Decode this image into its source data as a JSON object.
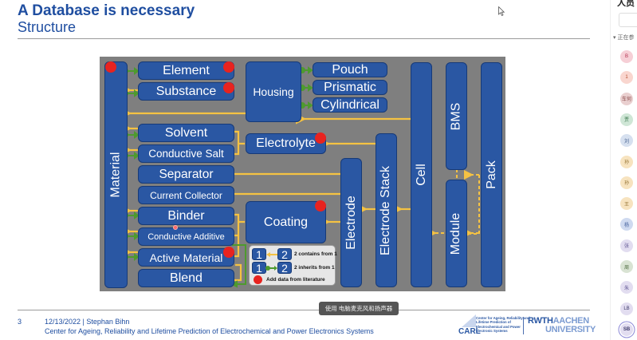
{
  "slide": {
    "title": "A Database is necessary",
    "subtitle": "Structure",
    "page_number": "3",
    "footer_line1": "12/13/2022  |  Stephan Bihn",
    "footer_line2": "Center for Ageing, Reliability and Lifetime Prediction of Electrochemical and Power Electronics Systems",
    "tooltip": "使用 电脑麦克风和扬声器",
    "logo_carl": "CARL",
    "logo_carl_text": "Center for Ageing, Reliability and Lifetime Prediction of Electrochemical and Power Electronic Systems",
    "logo_rwth_a": "RWTH",
    "logo_rwth_b": "AACHEN",
    "logo_rwth_c": "UNIVERSITY"
  },
  "diagram": {
    "nodes": {
      "material": "Material",
      "element": "Element",
      "substance": "Substance",
      "solvent": "Solvent",
      "conductive_salt": "Conductive Salt",
      "separator": "Separator",
      "current_collector": "Current Collector",
      "binder": "Binder",
      "conductive_additive": "Conductive Additive",
      "active_material": "Active Material",
      "blend": "Blend",
      "housing": "Housing",
      "pouch": "Pouch",
      "prismatic": "Prismatic",
      "cylindrical": "Cylindrical",
      "electrolyte": "Electrolyte",
      "coating": "Coating",
      "electrode": "Electrode",
      "electrode_stack": "Electrode Stack",
      "cell": "Cell",
      "bms": "BMS",
      "module": "Module",
      "pack": "Pack"
    },
    "literature_flags": [
      "Material",
      "Element",
      "Substance",
      "Electrolyte",
      "Coating",
      "Active Material"
    ],
    "legend": {
      "contains_a": "1",
      "contains_b": "2",
      "contains_label": "2 contains from 1",
      "inherits_a": "1",
      "inherits_b": "2",
      "inherits_label": "2 inherits from 1",
      "literature_label": "Add data from literature"
    },
    "colors": {
      "background": "#7f7f7f",
      "node": "#2a57a3",
      "contains_arrow": "#f5c242",
      "inherits_arrow": "#4e9a2e",
      "literature_dot": "#e8231f"
    }
  },
  "participants_panel": {
    "title": "人员",
    "status": "正在参",
    "avatars": [
      {
        "label": "B",
        "color": "#f6cfd6",
        "text": "#b3324f"
      },
      {
        "label": "1",
        "color": "#f9d6cf",
        "text": "#b34a2c"
      },
      {
        "label": "车何",
        "color": "#e9cfcf",
        "text": "#8a4a4a"
      },
      {
        "label": "贾",
        "color": "#cfe6d6",
        "text": "#3d7a50"
      },
      {
        "label": "刘",
        "color": "#d6e0ef",
        "text": "#45618f"
      },
      {
        "label": "孙",
        "color": "#f7e3bf",
        "text": "#8f6b2a"
      },
      {
        "label": "孙",
        "color": "#f7e3bf",
        "text": "#8f6b2a"
      },
      {
        "label": "王",
        "color": "#f7e3bf",
        "text": "#8f6b2a"
      },
      {
        "label": "杨",
        "color": "#cfdaf0",
        "text": "#3d5b99"
      },
      {
        "label": "张",
        "color": "#e2ddf0",
        "text": "#5c5290"
      },
      {
        "label": "周",
        "color": "#d9e3d3",
        "text": "#4b6a3d"
      },
      {
        "label": "朱",
        "color": "#e2ddf0",
        "text": "#5c5290"
      },
      {
        "label": "LB",
        "color": "#e2ddf0",
        "text": "#3c3a6a"
      },
      {
        "label": "SB",
        "color": "#e2ddf0",
        "text": "#3c3a6a"
      }
    ]
  }
}
